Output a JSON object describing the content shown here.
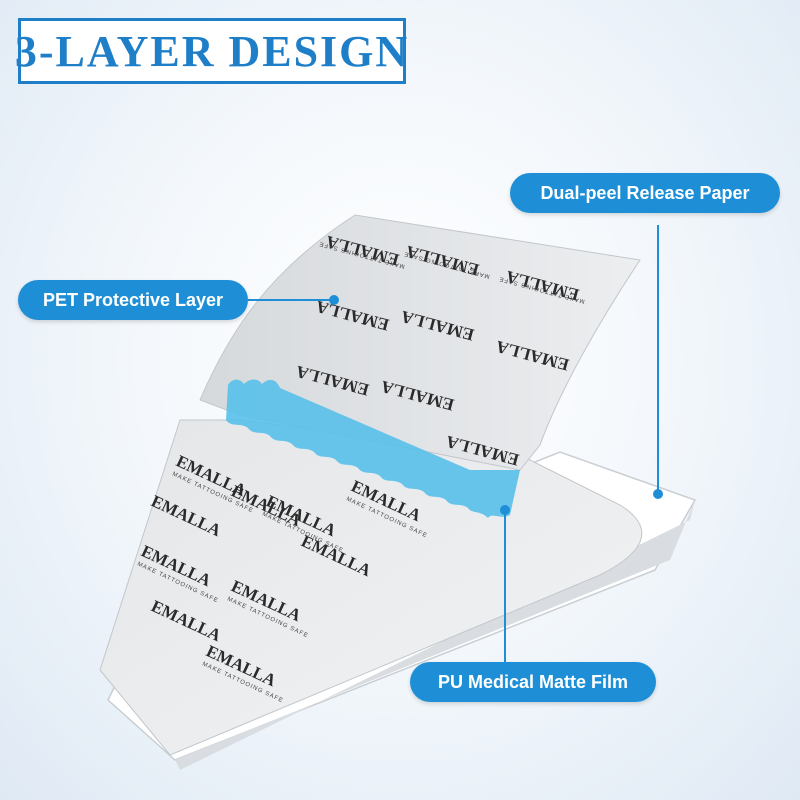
{
  "title": "3-LAYER DESIGN",
  "callouts": {
    "release_paper": "Dual-peel Release Paper",
    "pet_layer": "PET Protective Layer",
    "pu_film": "PU Medical Matte Film"
  },
  "brand_text": "EMALLA",
  "brand_tagline": "MAKE TATTOOING SAFE",
  "colors": {
    "accent": "#1e8fd6",
    "title_blue": "#1e7fc8",
    "film_blue": "#58c0ea"
  }
}
